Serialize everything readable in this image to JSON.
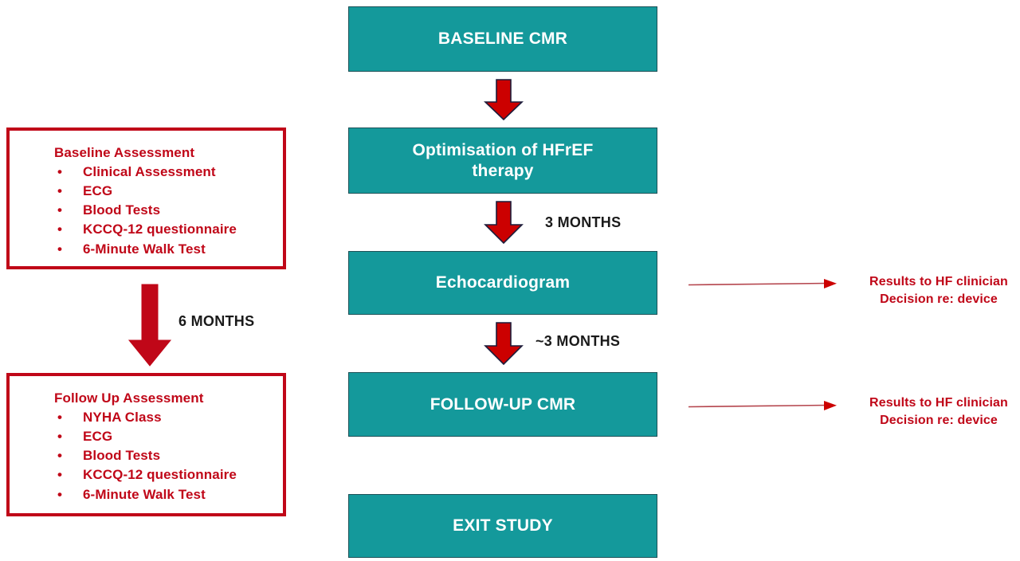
{
  "diagram": {
    "title": "HFrEF study flow diagram",
    "colors": {
      "process_fill": "#14999b",
      "process_border": "#1c5157",
      "process_text": "#ffffff",
      "accent_red": "#c00718",
      "arrow_red": "#c00718",
      "label_text": "#1a1a1a",
      "background": "#ffffff"
    }
  },
  "process_boxes": [
    {
      "id": "baseline-cmr",
      "label": "BASELINE CMR"
    },
    {
      "id": "optimisation",
      "label": "Optimisation of HFrEF\ntherapy"
    },
    {
      "id": "echocardiogram",
      "label": "Echocardiogram"
    },
    {
      "id": "follow-up-cmr",
      "label": "FOLLOW-UP CMR"
    },
    {
      "id": "exit-study",
      "label": "EXIT STUDY"
    }
  ],
  "assessment_boxes": [
    {
      "id": "baseline-assessment",
      "title": "Baseline Assessment",
      "bullet": "•",
      "items": [
        "Clinical Assessment",
        "ECG",
        "Blood Tests",
        "KCCQ-12 questionnaire",
        "6-Minute Walk Test"
      ]
    },
    {
      "id": "follow-up-assessment",
      "title": "Follow Up Assessment",
      "bullet": "•",
      "items": [
        "NYHA Class",
        "ECG",
        "Blood Tests",
        "KCCQ-12 questionnaire",
        "6-Minute Walk Test"
      ]
    }
  ],
  "interval_labels": [
    {
      "id": "interval-6-months",
      "text": "6 MONTHS"
    },
    {
      "id": "interval-3-months",
      "text": "3 MONTHS"
    },
    {
      "id": "interval-approx-3-months",
      "text": "~3 MONTHS"
    }
  ],
  "notes": [
    {
      "id": "echo-note",
      "text": "Results to HF clinician\nDecision re: device"
    },
    {
      "id": "follow-up-note",
      "text": "Results to HF clinician\nDecision re: device"
    }
  ]
}
